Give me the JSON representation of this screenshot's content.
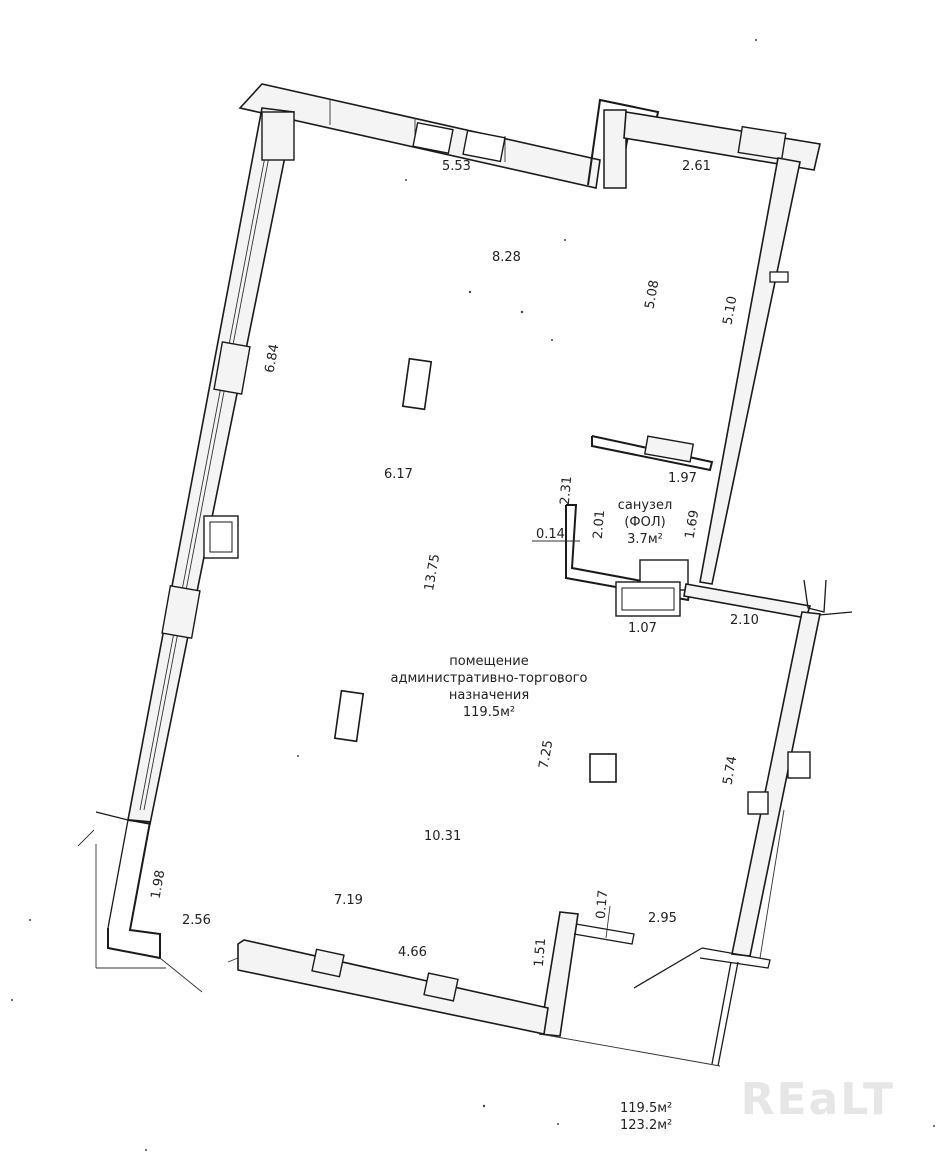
{
  "room_main": {
    "line1": "помещение",
    "line2": "административно-торгового",
    "line3": "назначения",
    "area": "119.5м²"
  },
  "room_wc": {
    "line1": "санузел",
    "line2": "(ФОЛ)",
    "area": "3.7м²"
  },
  "dimensions": {
    "top_left_wall": "5.53",
    "top_right_wall": "2.61",
    "upper_width": "8.28",
    "upper_right_inner": "5.08",
    "right_upper_wall": "5.10",
    "left_upper": "6.84",
    "middle_width": "6.17",
    "total_height": "13.75",
    "wc_top": "1.97",
    "wc_height_outer": "2.31",
    "wc_height_inner": "2.01",
    "wc_right": "1.69",
    "wc_offset": "0.14",
    "wc_bottom": "1.07",
    "step": "2.10",
    "lower_middle": "7.25",
    "right_lower_wall": "5.74",
    "lower_width": "10.31",
    "bottom_left_short": "1.98",
    "bottom_left_width": "7.19",
    "corner_left": "2.56",
    "bottom_wall": "4.66",
    "pillar_small": "0.17",
    "pillar_height": "1.51",
    "bottom_right": "2.95"
  },
  "totals": {
    "area_main": "119.5м²",
    "area_total": "123.2м²"
  },
  "watermark": "REaLT"
}
